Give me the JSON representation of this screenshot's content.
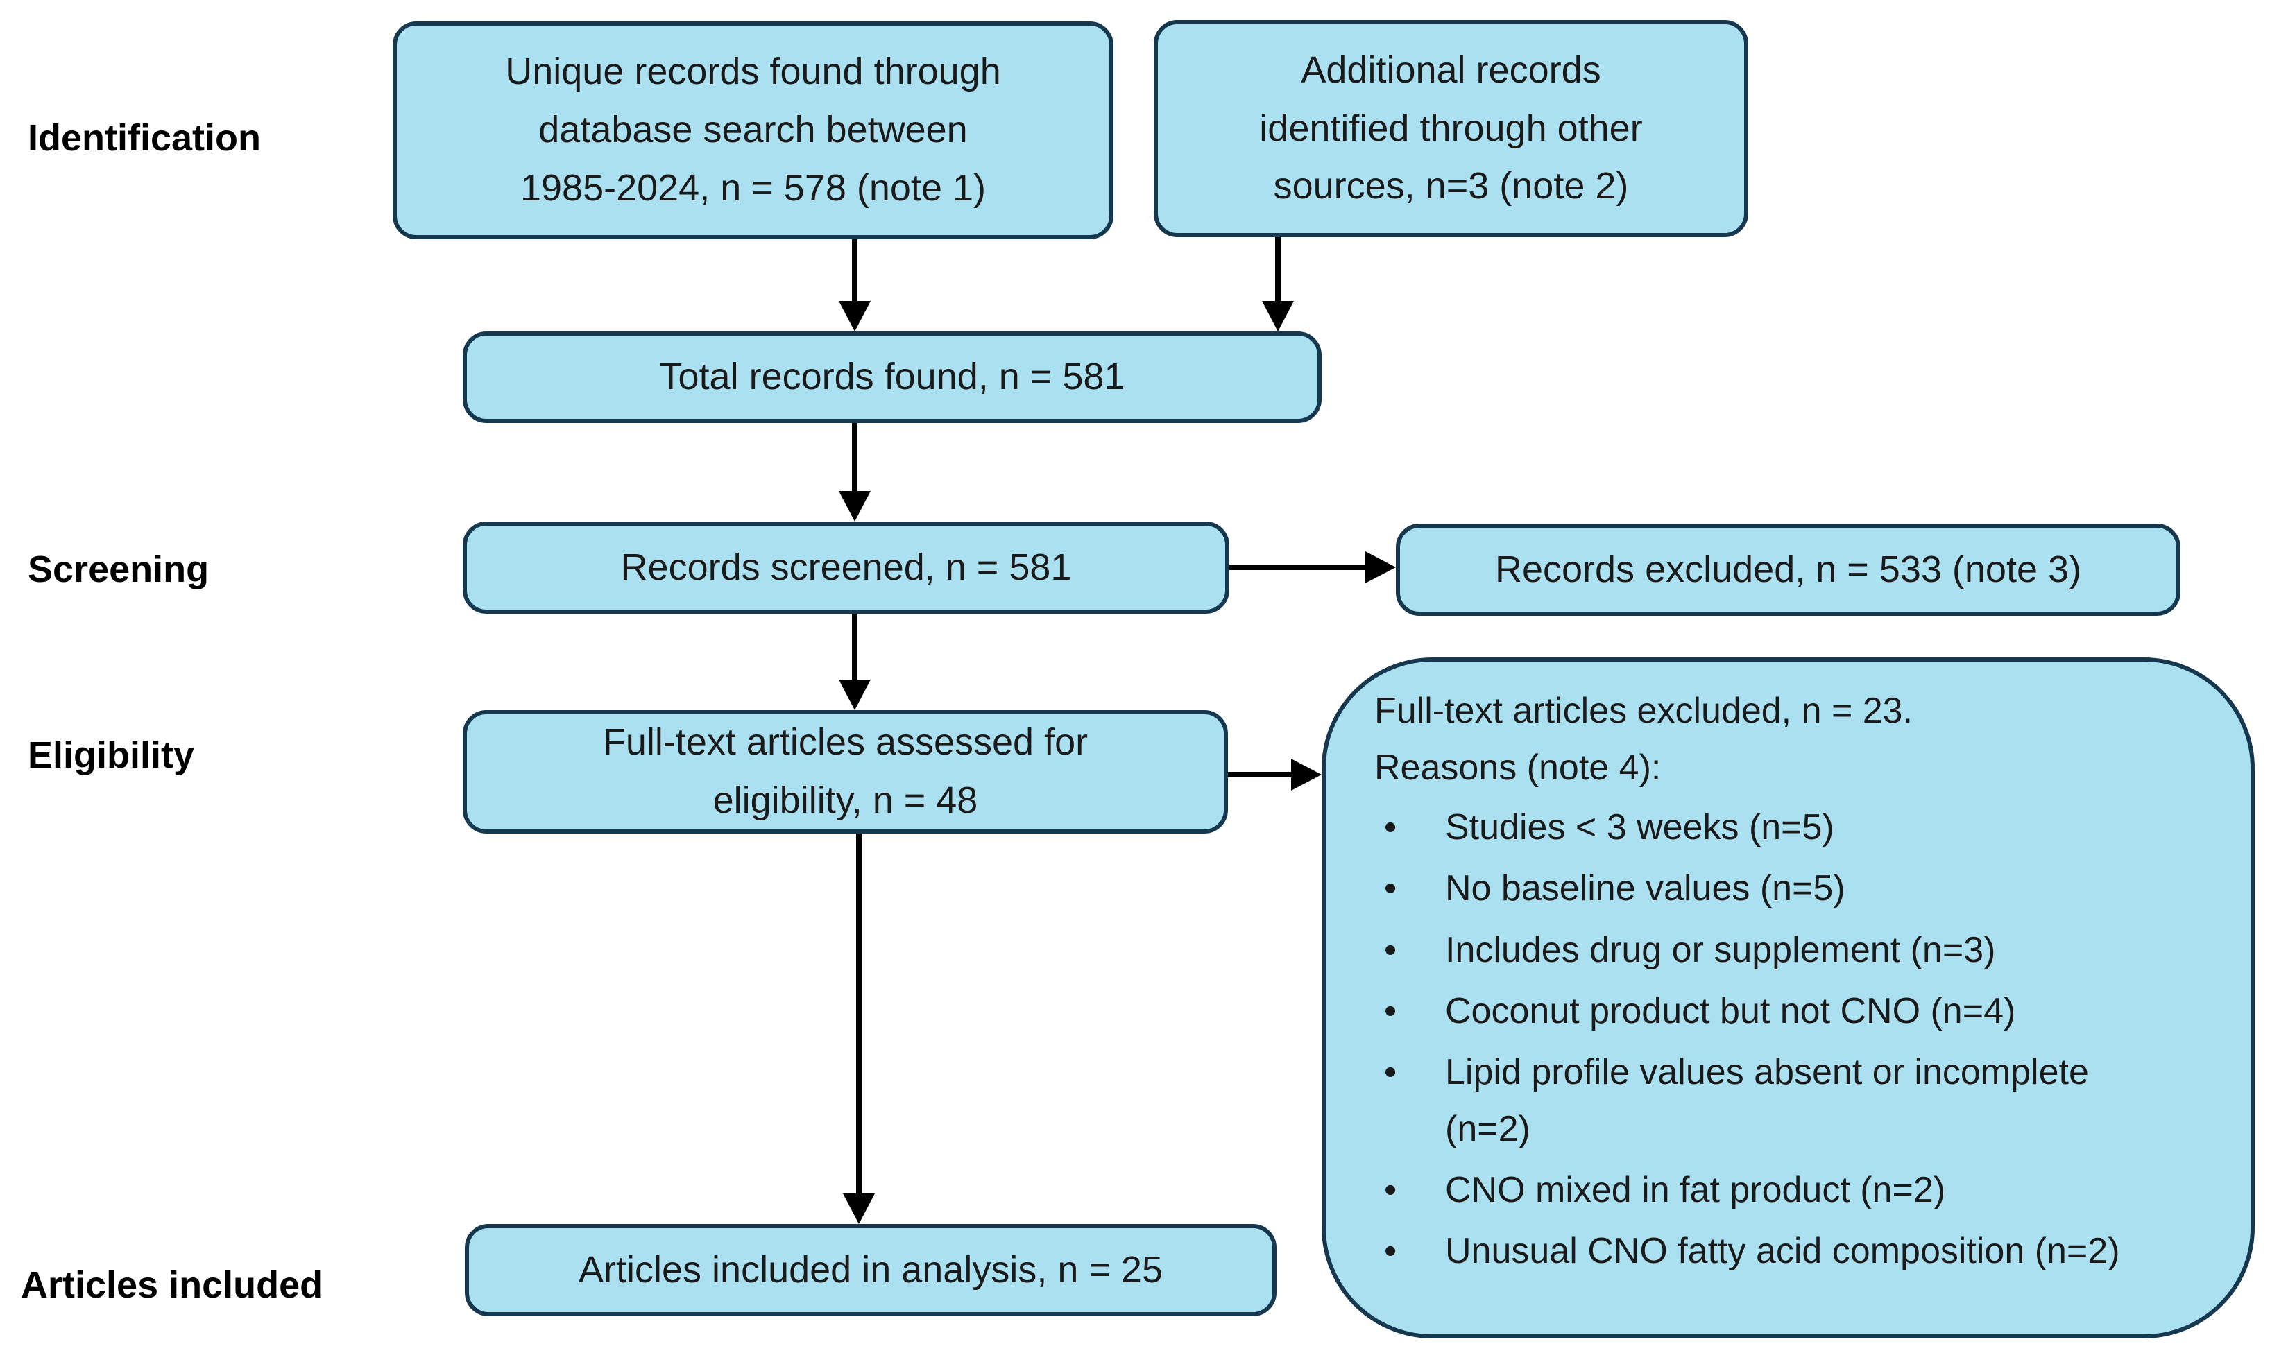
{
  "colors": {
    "box_fill": "#abe0f1",
    "box_border": "#16384f",
    "arrow": "#000000",
    "text": "#1a1a1a",
    "background": "#ffffff"
  },
  "stages": {
    "identification": "Identification",
    "screening": "Screening",
    "eligibility": "Eligibility",
    "included": "Articles included"
  },
  "boxes": {
    "unique_records": {
      "lines": [
        "Unique records found through",
        "database search between",
        "1985-2024, n = 578 (note 1)"
      ]
    },
    "additional_records": {
      "lines": [
        "Additional records",
        "identified through other",
        "sources, n=3 (note 2)"
      ]
    },
    "total_records": {
      "text": "Total records found, n = 581"
    },
    "records_screened": {
      "text": "Records screened, n = 581"
    },
    "records_excluded": {
      "text": "Records excluded, n = 533 (note 3)"
    },
    "fulltext_assessed": {
      "lines": [
        "Full-text articles assessed for",
        "eligibility, n = 48"
      ]
    },
    "fulltext_excluded": {
      "heading_lines": [
        "Full-text articles excluded, n = 23.",
        "Reasons (note 4):"
      ],
      "bullet": "•",
      "reasons": [
        "Studies < 3 weeks (n=5)",
        "No baseline values (n=5)",
        "Includes drug or supplement (n=3)",
        "Coconut product but not CNO (n=4)",
        "Lipid profile values absent or incomplete (n=2)",
        "CNO mixed in fat product (n=2)",
        "Unusual CNO fatty acid composition (n=2)"
      ]
    },
    "articles_included": {
      "text": "Articles included in analysis, n = 25"
    }
  }
}
